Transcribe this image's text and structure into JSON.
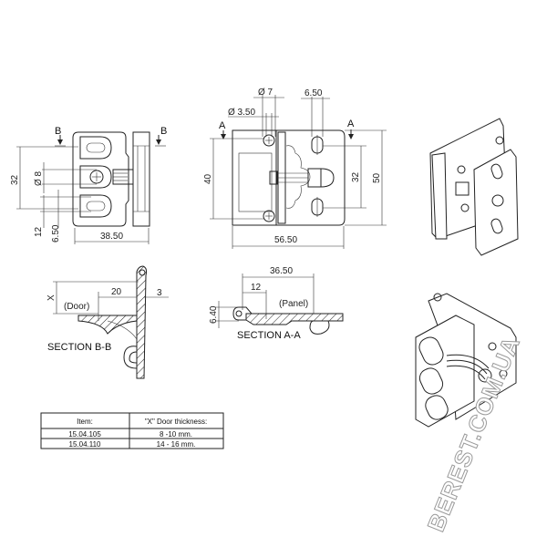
{
  "view_front_left": {
    "section_mark_left": "B",
    "section_mark_right": "B",
    "dim_height": "32",
    "dim_hole_dia": "Ø 8",
    "dim_12": "12",
    "dim_650": "6.50",
    "dim_width": "38.50"
  },
  "view_front_center": {
    "section_mark_left": "A",
    "section_mark_right": "A",
    "dim_hole_dia_7": "Ø 7",
    "dim_hole_dia_350": "Ø 3.50",
    "dim_slot": "6.50",
    "dim_40": "40",
    "dim_32": "32",
    "dim_50": "50",
    "dim_width": "56.50"
  },
  "section_bb": {
    "title": "SECTION B-B",
    "dim_x": "X",
    "door_label": "(Door)",
    "dim_20": "20",
    "dim_3": "3"
  },
  "section_aa": {
    "title": "SECTION A-A",
    "dim_3650": "36.50",
    "dim_12": "12",
    "panel_label": "(Panel)",
    "dim_640": "6.40"
  },
  "table": {
    "headers": [
      "Item:",
      "\"X\" Door thickness:"
    ],
    "rows": [
      [
        "15.04.105",
        "8 -10 mm."
      ],
      [
        "15.04.110",
        "14 - 16 mm."
      ]
    ]
  },
  "watermark": "BEREST.COM.UA"
}
